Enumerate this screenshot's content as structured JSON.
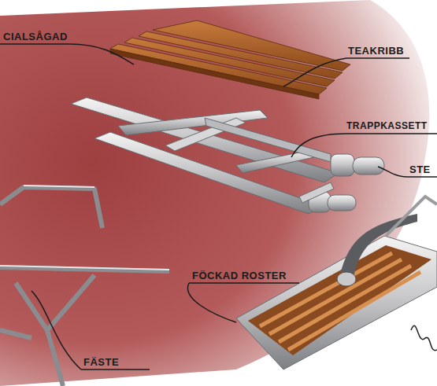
{
  "diagram": {
    "labels": [
      "CIALSÅGAD",
      "TEAKRIBB",
      "TRAPPKASSETT",
      "STE",
      "FÖCKAD ROSTER",
      "FÄSTE"
    ]
  }
}
